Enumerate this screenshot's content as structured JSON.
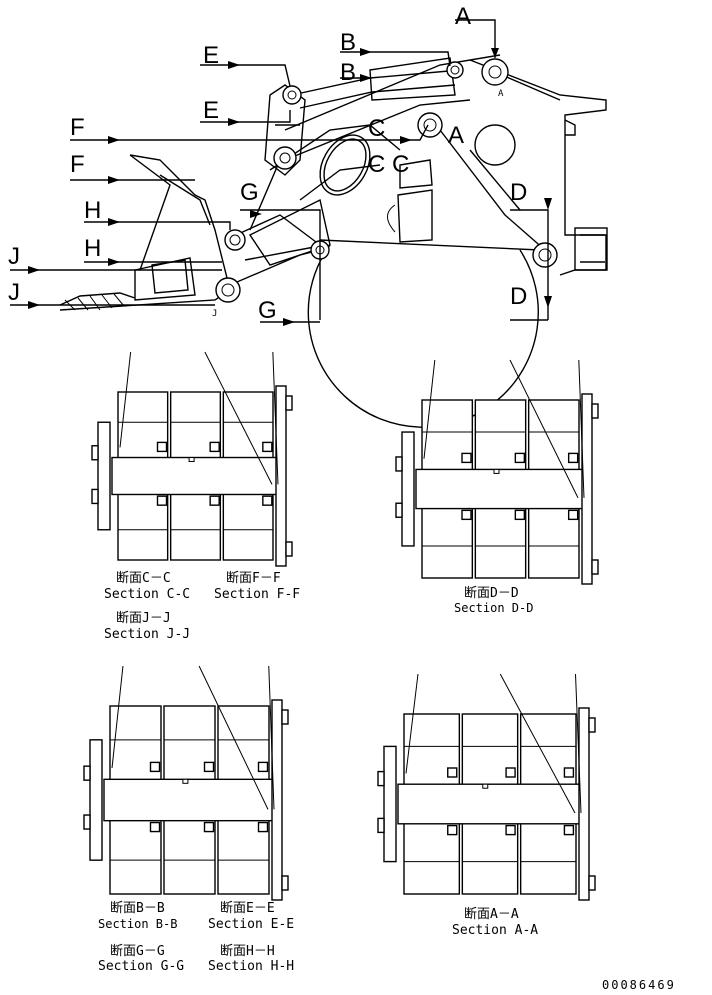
{
  "diagram": {
    "overview": {
      "labels": {
        "A": "A",
        "B1": "B",
        "B2": "B",
        "C1": "C",
        "C2": "C",
        "C3": "C",
        "D1": "D",
        "D2": "D",
        "E1": "E",
        "E2": "E",
        "F1": "F",
        "F2": "F",
        "G1": "G",
        "G2": "G",
        "H1": "H",
        "H2": "H",
        "J1": "J",
        "J2": "J",
        "J3": "J",
        "Asmall": "A"
      }
    },
    "sections": [
      {
        "jp": "断面C－C",
        "en": "Section C-C"
      },
      {
        "jp": "断面F－F",
        "en": "Section F-F"
      },
      {
        "jp": "断面J－J",
        "en": "Section J-J"
      },
      {
        "jp": "断面D－D",
        "en": "Section D-D"
      },
      {
        "jp": "断面B－B",
        "en": "Section B-B"
      },
      {
        "jp": "断面E－E",
        "en": "Section E-E"
      },
      {
        "jp": "断面G－G",
        "en": "Section G-G"
      },
      {
        "jp": "断面H－H",
        "en": "Section H-H"
      },
      {
        "jp": "断面A－A",
        "en": "Section A-A"
      }
    ],
    "document_number": "00086469"
  }
}
